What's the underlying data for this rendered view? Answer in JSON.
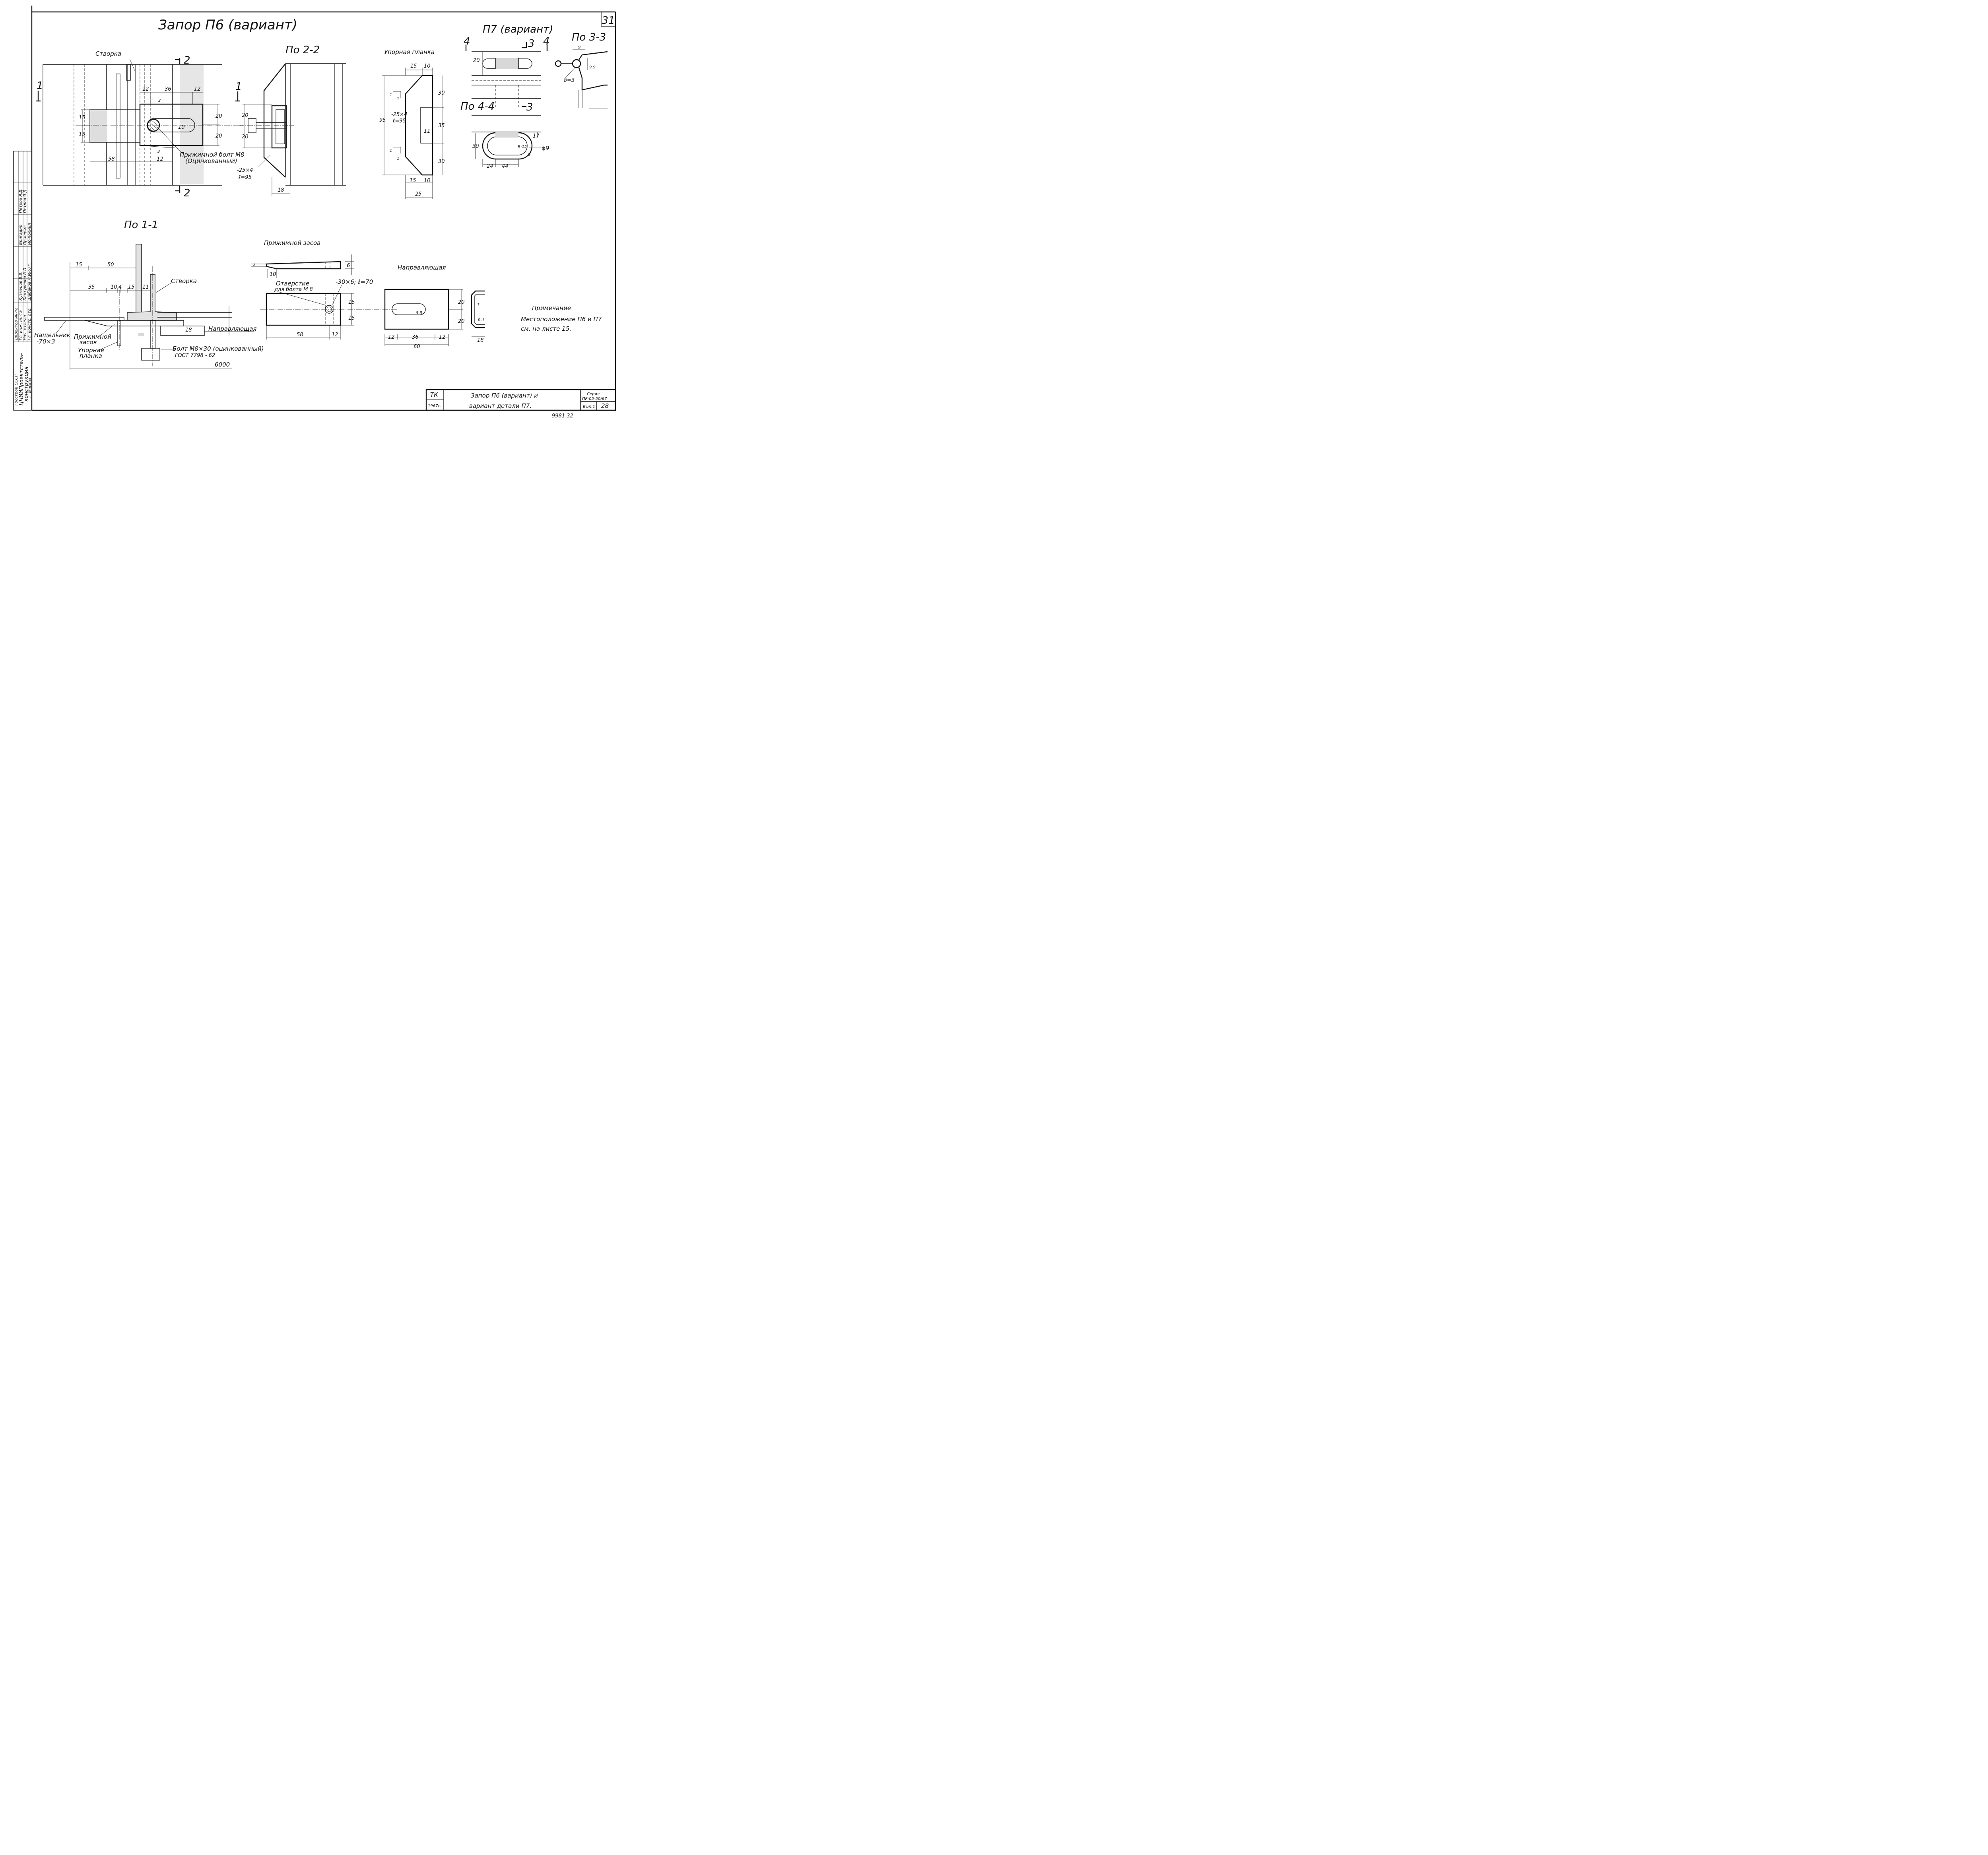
{
  "sheet": {
    "number": "31",
    "main_title": "Запор П6 (вариант)",
    "variant_title": "П7 (вариант)",
    "footer_note": "9981  32"
  },
  "views": {
    "section_2_2": "По 2-2",
    "section_1_1": "По 1-1",
    "section_3_3": "По 3-3",
    "section_4_4": "По 4-4"
  },
  "labels": {
    "stvorka": "Створка",
    "upornaya_planka_title": "Упорная планка",
    "prizhimnoi_zasov_title": "Прижимной засов",
    "napravlyayushchaya_title": "Направляющая",
    "bolt_m8_line1": "Прижимной болт М8",
    "bolt_m8_line2": "(Оцинкованный)",
    "otverstie_line1": "Отверстие",
    "otverstie_line2": "для болта М 8",
    "nashchelnik_line1": "Нащельник",
    "nashchelnik_line2": "-70×3",
    "prizhimnoi_line1": "Прижимной",
    "prizhimnoi_line2": "засов",
    "upornaya_line1": "Упорная",
    "upornaya_line2": "планка",
    "napravl_short": "Направляющая",
    "bolt_m8x30_line1": "Болт М8×30 (оцинкованный)",
    "bolt_m8x30_line2": "ГОСТ 7798 - 62",
    "plate_spec_a": "-25×4",
    "plate_spec_b": "ℓ=95",
    "zasov_spec": "-30×6; ℓ=70",
    "delta3": "δ=3"
  },
  "dimensions": {
    "d12": "12",
    "d36": "36",
    "d15": "15",
    "d20": "20",
    "d10": "10",
    "d58": "58",
    "d3": "3",
    "d18": "18",
    "d25": "25",
    "d30": "30",
    "d35": "35",
    "d11": "11",
    "d95": "95",
    "d50": "50",
    "d4": "4",
    "d6": "6",
    "d60": "60",
    "d24": "24",
    "d44": "44",
    "d17": "17",
    "d9": "9",
    "d99": "9.9",
    "d55": "5.5",
    "d6000": "6000",
    "phi9": "ϕ9",
    "r15": "R-15",
    "r3": "R-3",
    "sec1": "1",
    "sec2": "2",
    "sec3": "3",
    "sec4": "4"
  },
  "note": {
    "heading": "Примечание",
    "line1": "Местоположение П6 и П7",
    "line2": "см. на листе 15."
  },
  "title_block": {
    "code": "ТК",
    "year": "1967г.",
    "title_line1": "Запор П6 (вариант) и",
    "title_line2": "вариант детали П7.",
    "series_label": "Серия",
    "series_value": "ПР-05-50/67",
    "issue": "Вып.1",
    "page": "28"
  },
  "stamp": {
    "org1": "Госстрой СССР",
    "org2": "ЦНИИПроектсталь-",
    "org3": "конструкция",
    "org4": "г. Москва",
    "roles": [
      "Директор ин-та",
      "Гл. инж. ин-та",
      "Нач. отдела",
      "Гл. констр. отд.",
      "Дата выпуска:"
    ],
    "names": [
      "",
      "Кузнецов В.В.",
      "Балтукевич В.П.",
      "Шабанов Л.К.",
      ""
    ],
    "roles2": [
      "Бригадир",
      "Пр-верил",
      "Ис-полнил"
    ],
    "names2": [
      "Петров Я.Д.",
      "Петров Я.Д."
    ],
    "date": "1967г."
  }
}
